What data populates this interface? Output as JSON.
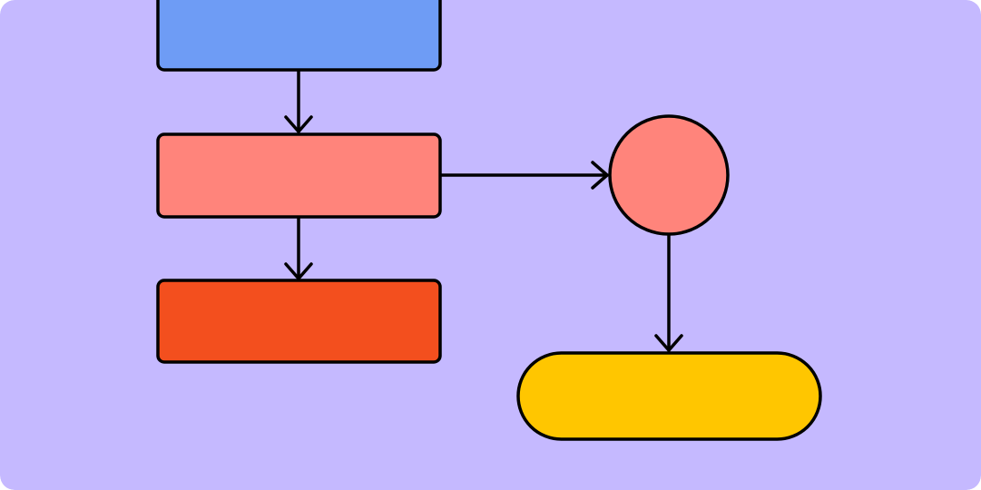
{
  "colors": {
    "background": "#C5B9FF",
    "stroke": "#000000",
    "node_top": "#6E9CF5",
    "node_middle": "#FF847B",
    "node_bottom": "#F34F1E",
    "node_circle": "#FF847B",
    "node_terminal": "#FFC600"
  },
  "nodes": [
    {
      "id": "top-rect",
      "shape": "rectangle"
    },
    {
      "id": "middle-rect",
      "shape": "rectangle"
    },
    {
      "id": "bottom-rect",
      "shape": "rectangle"
    },
    {
      "id": "circle-node",
      "shape": "circle"
    },
    {
      "id": "terminal-node",
      "shape": "rounded-pill"
    }
  ],
  "edges": [
    {
      "from": "top-rect",
      "to": "middle-rect"
    },
    {
      "from": "middle-rect",
      "to": "bottom-rect"
    },
    {
      "from": "middle-rect",
      "to": "circle-node"
    },
    {
      "from": "circle-node",
      "to": "terminal-node"
    }
  ]
}
